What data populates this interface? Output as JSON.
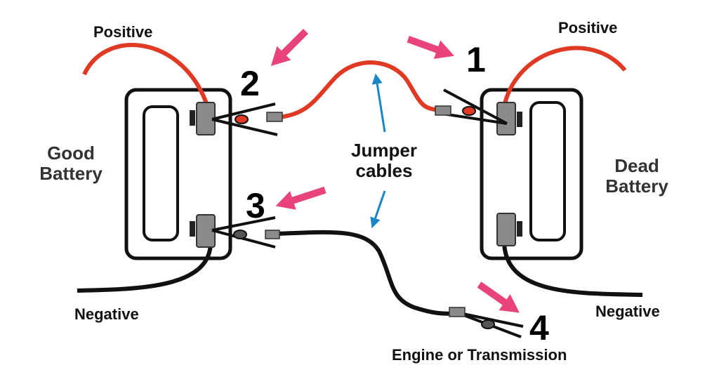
{
  "labels": {
    "positive_left": "Positive",
    "positive_right": "Positive",
    "negative_left": "Negative",
    "negative_right": "Negative",
    "good_battery_line1": "Good",
    "good_battery_line2": "Battery",
    "dead_battery_line1": "Dead",
    "dead_battery_line2": "Battery",
    "jumper_line1": "Jumper",
    "jumper_line2": "cables",
    "ground": "Engine or Transmission"
  },
  "steps": [
    "1",
    "2",
    "3",
    "4"
  ],
  "colors": {
    "positive_cable": "#e03a24",
    "negative_cable": "#111111",
    "arrow_pink": "#e8447a",
    "arrow_blue": "#1a86c8",
    "terminal_gray": "#8a8a8a",
    "battery_outline": "#111111"
  }
}
